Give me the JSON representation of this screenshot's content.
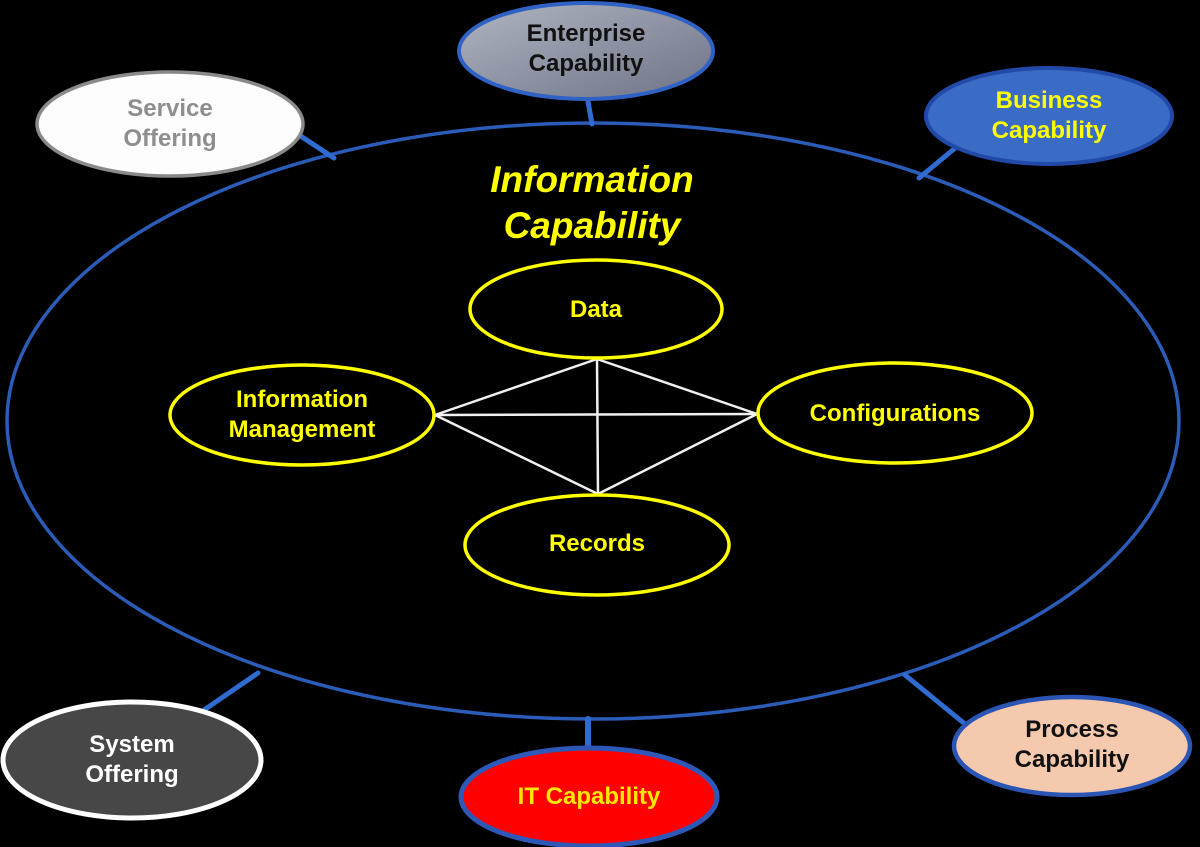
{
  "title": "Information\nCapability",
  "nodes": {
    "enterprise": {
      "label": "Enterprise\nCapability"
    },
    "service": {
      "label": "Service\nOffering"
    },
    "business": {
      "label": "Business\nCapability"
    },
    "system": {
      "label": "System\nOffering"
    },
    "it": {
      "label": "IT Capability"
    },
    "process": {
      "label": "Process\nCapability"
    },
    "data": {
      "label": "Data"
    },
    "information_management": {
      "label": "Information\nManagement"
    },
    "configurations": {
      "label": "Configurations"
    },
    "records": {
      "label": "Records"
    }
  },
  "colors": {
    "background": "#000000",
    "central_fill": "#000000",
    "central_border": "#2a5cb8",
    "connector_blue": "#2f6bd0",
    "inner_line_white": "#f0f0f0",
    "inner_ellipse_fill": "#000000",
    "inner_ellipse_border": "#ffff00",
    "title_text": "#ffff00",
    "enterprise_fill_light": "#b0b5c2",
    "enterprise_fill_dark": "#6e7386",
    "enterprise_border": "#2f62c4",
    "enterprise_text": "#111111",
    "service_fill": "#fdfdfd",
    "service_border": "#8a8a8a",
    "service_text": "#8e8e8e",
    "business_fill": "#3a6cc6",
    "business_border": "#2149a8",
    "business_text": "#ffff00",
    "system_fill": "#474747",
    "system_border": "#ffffff",
    "system_text": "#ffffff",
    "it_fill": "#fe0000",
    "it_border": "#2d58b8",
    "it_text": "#ffe800",
    "process_fill": "#f5c9ae",
    "process_border": "#2a55b4",
    "process_text": "#111111"
  }
}
